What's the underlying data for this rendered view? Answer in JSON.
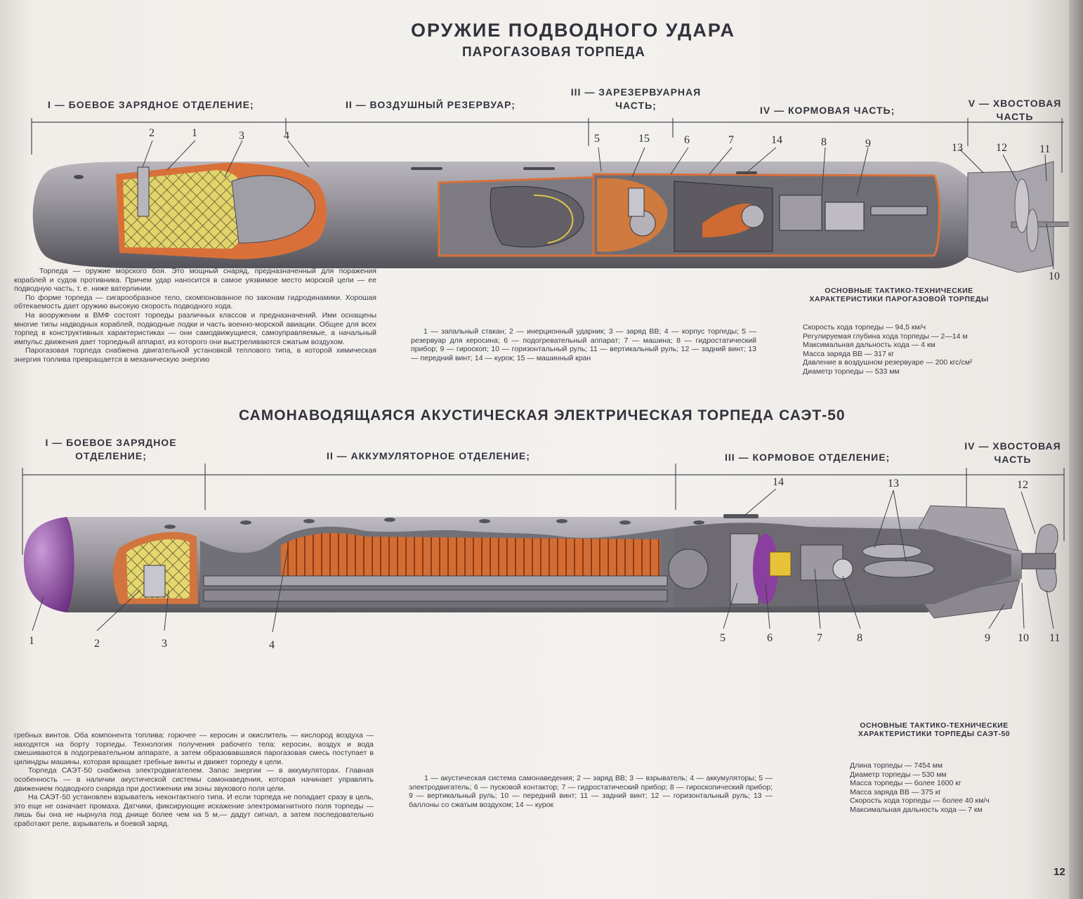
{
  "title": "ОРУЖИЕ ПОДВОДНОГО УДАРА",
  "torpedo1": {
    "title": "ПАРОГАЗОВАЯ ТОРПЕДА",
    "sections": [
      "I — БОЕВОЕ ЗАРЯДНОЕ ОТДЕЛЕНИЕ;",
      "II — ВОЗДУШНЫЙ РЕЗЕРВУАР;",
      "III — ЗАРЕЗЕРВУАРНАЯ ЧАСТЬ;",
      "IV — КОРМОВАЯ ЧАСТЬ;",
      "V — ХВОСТОВАЯ ЧАСТЬ"
    ],
    "part_numbers": [
      "2",
      "1",
      "3",
      "4",
      "5",
      "15",
      "6",
      "7",
      "14",
      "8",
      "9",
      "13",
      "12",
      "11",
      "10"
    ],
    "intro_paragraphs": [
      "Торпеда — оружие морского боя. Это мощный снаряд, предназначенный для поражения кораблей и судов противника. Причем удар наносится в самое уязвимое место морской цели — ее подводную часть, т. е. ниже ватерлинии.",
      "По форме торпеда — сигарообразное тело, скомпонованное по законам гидродинамики. Хорошая обтекаемость дает оружию высокую скорость подводного хода.",
      "На вооружении в ВМФ состоят торпеды различных классов и предназначений. Ими оснащены многие типы надводных кораблей, подводные лодки и часть военно-морской авиации. Общее для всех торпед в конструктивных характеристиках — они самодвижущиеся, самоуправляемые, а начальный импульс движения дает торпедный аппарат, из которого они выстреливаются сжатым воздухом.",
      "Парогазовая торпеда снабжена двигательной установкой теплового типа, в которой химическая энергия топлива превращается в механическую энергию"
    ],
    "legend": "1 — запальный стакан; 2 — инерционный ударник; 3 — заряд ВВ; 4 — корпус торпеды; 5 — резервуар для керосина; 6 — подогревательный аппарат; 7 — машина; 8 — гидростатический прибор; 9 — гироскоп; 10 — горизонтальный руль; 11 — вертикальный руль; 12 — задний винт; 13 — передний винт; 14 — курок; 15 — машинный кран",
    "specs_title": "ОСНОВНЫЕ ТАКТИКО-ТЕХНИЧЕСКИЕ ХАРАКТЕРИСТИКИ ПАРОГАЗОВОЙ ТОРПЕДЫ",
    "specs": [
      "Скорость хода торпеды — 94,5 км/ч",
      "Регулируемая глубина хода торпеды — 2—14 м",
      "Максимальная дальность хода — 4 км",
      "Масса заряда ВВ — 317 кг",
      "Давление в воздушном резервуаре — 200 кгс/см²",
      "Диаметр торпеды — 533 мм"
    ]
  },
  "torpedo2": {
    "title": "САМОНАВОДЯЩАЯСЯ АКУСТИЧЕСКАЯ ЭЛЕКТРИЧЕСКАЯ ТОРПЕДА САЭТ-50",
    "sections": [
      "I — БОЕВОЕ ЗАРЯДНОЕ ОТДЕЛЕНИЕ;",
      "II — АККУМУЛЯТОРНОЕ ОТДЕЛЕНИЕ;",
      "III — КОРМОВОЕ ОТДЕЛЕНИЕ;",
      "IV — ХВОСТОВАЯ ЧАСТЬ"
    ],
    "part_numbers": [
      "14",
      "13",
      "12",
      "1",
      "2",
      "3",
      "4",
      "5",
      "6",
      "7",
      "8",
      "9",
      "10",
      "11"
    ],
    "paragraphs": [
      "гребных винтов. Оба компонента топлива: горючее — керосин и окислитель — кислород воздуха — находятся на борту торпеды. Технология получения рабочего тела: керосин, воздух и вода смешиваются в подогревательном аппарате, а затем образовавшаяся парогазовая смесь поступает в цилиндры машины, которая вращает гребные винты и движет торпеду к цели.",
      "Торпеда САЭТ-50 снабжена электродвигателем. Запас энергии — в аккумуляторах. Главная особенность — в наличии акустической системы самонаведения, которая начинает управлять движением подводного снаряда при достижении им зоны звукового поля цели.",
      "На САЭТ-50 установлен взрыватель неконтактного типа. И если торпеда не попадает сразу в цель, это еще не означает промаха. Датчики, фиксирующие искажение электромагнитного поля торпеды — лишь бы она не нырнула под днище более чем на 5 м,— дадут сигнал, а затем последовательно сработают реле, взрыватель и боевой заряд."
    ],
    "legend": "1 — акустическая система самонаведения; 2 — заряд ВВ; 3 — взрыватель; 4 — аккумуляторы; 5 — электродвигатель; 6 — пусковой контактор; 7 — гидростатический прибор; 8 — гироскопический прибор; 9 — вертикальный руль; 10 — передний винт; 11 — задний винт; 12 — горизонтальный руль; 13 — баллоны со сжатым воздухом; 14 — курок",
    "specs_title": "ОСНОВНЫЕ ТАКТИКО-ТЕХНИЧЕСКИЕ ХАРАКТЕРИСТИКИ ТОРПЕДЫ САЭТ-50",
    "specs": [
      "Длина торпеды — 7454 мм",
      "Диаметр торпеды — 530 мм",
      "Масса торпеды — более 1600 кг",
      "Масса заряда ВВ — 375 кг",
      "Скорость хода торпеды — более 40 км/ч",
      "Максимальная дальность хода — 7 км"
    ]
  },
  "page_number": "12",
  "colors": {
    "hull": "#8e8c92",
    "hull_dark": "#5e5c62",
    "cutaway_orange": "#d9703a",
    "explosive_yellow": "#e4d36a",
    "homing_purple": "#8a3fa0",
    "text": "#33323c"
  }
}
